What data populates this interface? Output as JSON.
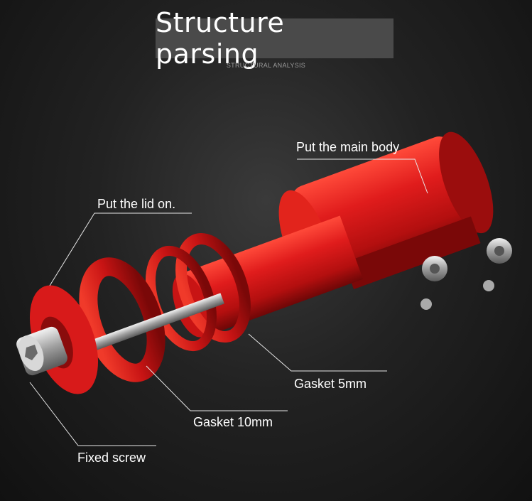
{
  "header": {
    "title": "Structure parsing",
    "subtitle": "STRUCTURAL ANALYSIS"
  },
  "callouts": {
    "main_body": "Put the main body",
    "lid": "Put the lid on.",
    "gasket_5mm": "Gasket 5mm",
    "gasket_10mm": "Gasket 10mm",
    "fixed_screw": "Fixed screw"
  },
  "colors": {
    "part_red": "#d81a1a",
    "part_red_dark": "#8a0c0c",
    "metal": "#b9b9b9",
    "background": "#222222"
  }
}
